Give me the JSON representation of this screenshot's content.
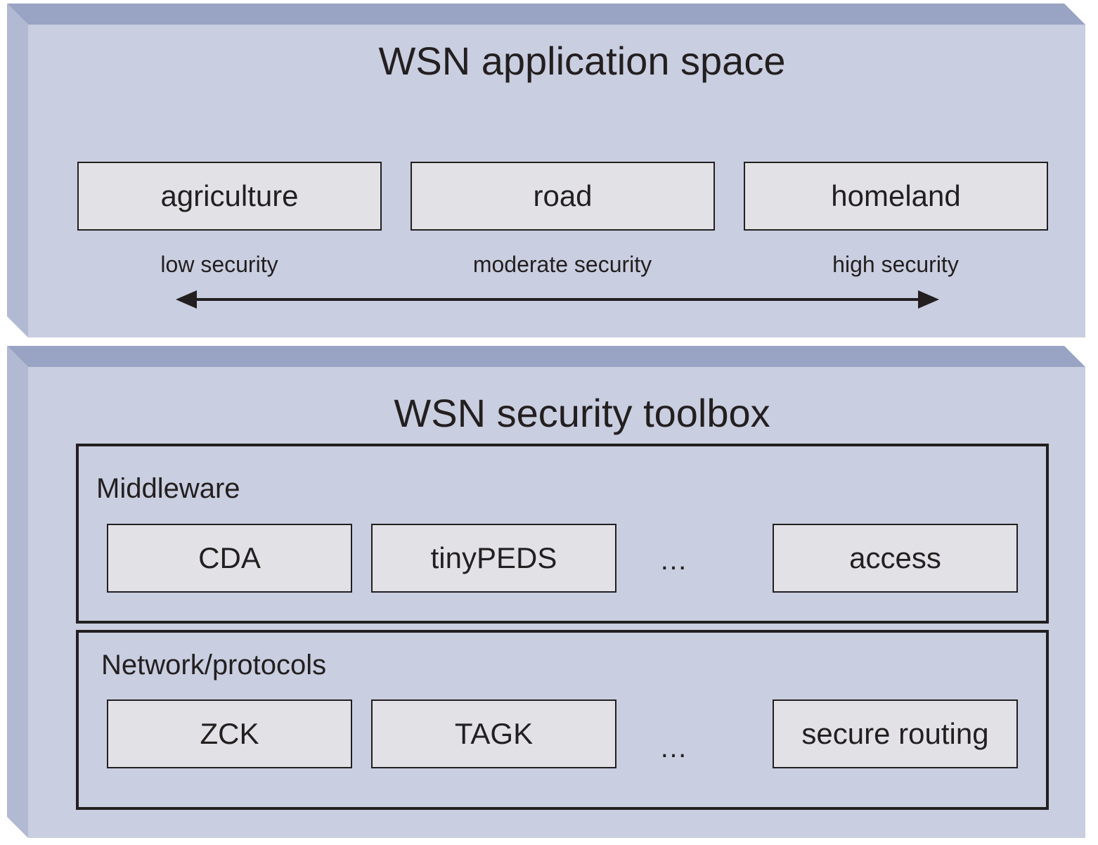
{
  "application_space": {
    "title": "WSN application space",
    "domains": [
      {
        "label": "agriculture",
        "security": "low security"
      },
      {
        "label": "road",
        "security": "moderate security"
      },
      {
        "label": "homeland",
        "security": "high security"
      }
    ]
  },
  "security_toolbox": {
    "title": "WSN security toolbox",
    "middleware": {
      "label": "Middleware",
      "items": [
        "CDA",
        "tinyPEDS",
        "access"
      ],
      "ellipsis": "…"
    },
    "network": {
      "label": "Network/protocols",
      "items": [
        "ZCK",
        "TAGK",
        "secure routing"
      ],
      "ellipsis": "…"
    }
  },
  "colors": {
    "panel_face": "#c9cee0",
    "panel_side": "#b2b9d3",
    "panel_top": "#99a4c4",
    "box_fill": "#e2e2e6",
    "ink": "#231f20"
  }
}
